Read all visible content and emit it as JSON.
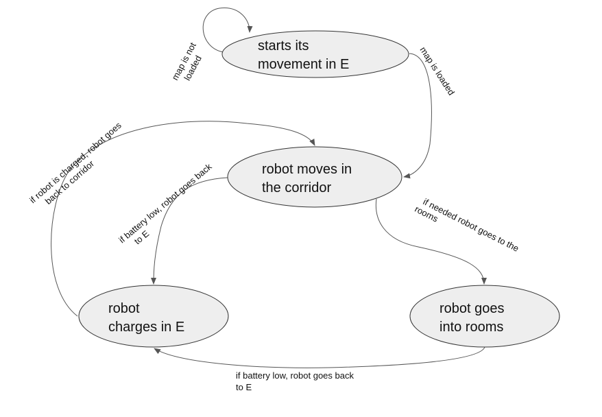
{
  "nodes": {
    "start": [
      "starts its",
      "movement in E"
    ],
    "corridor": [
      "robot moves in",
      "the corridor"
    ],
    "charge": [
      "robot",
      "charges in E"
    ],
    "rooms": [
      "robot goes",
      "into rooms"
    ]
  },
  "edges": {
    "map_not_loaded": [
      "map is not",
      "loaded"
    ],
    "map_loaded": [
      "map is loaded"
    ],
    "charged_back": [
      "if robot is charged, robot goes",
      "back to corridor"
    ],
    "battery_low_corridor": [
      "if battery low, robot goes back",
      "to E"
    ],
    "needed_rooms": [
      "if needed robot goes to the",
      "rooms"
    ],
    "battery_low_rooms": [
      "if battery low, robot goes back",
      "to E"
    ]
  }
}
